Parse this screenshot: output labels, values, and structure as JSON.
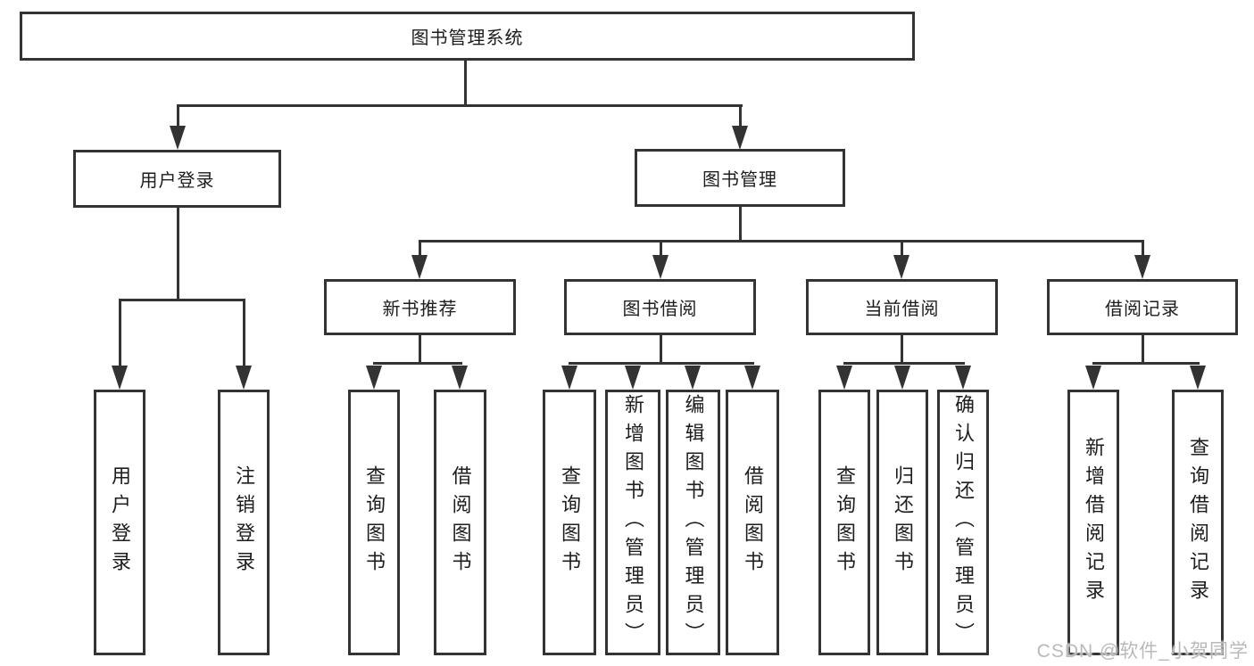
{
  "diagram": {
    "title": "图书管理系统",
    "user_login": {
      "label": "用户登录",
      "children": [
        "用户登录",
        "注销登录"
      ]
    },
    "book_management": {
      "label": "图书管理",
      "new_book_recommend": {
        "label": "新书推荐",
        "children": [
          "查询图书",
          "借阅图书"
        ]
      },
      "book_borrow": {
        "label": "图书借阅",
        "children": [
          "查询图书",
          "新增图书（管理员）",
          "编辑图书（管理员）",
          "借阅图书"
        ]
      },
      "current_borrow": {
        "label": "当前借阅",
        "children": [
          "查询图书",
          "归还图书",
          "确认归还（管理员）"
        ]
      },
      "borrow_records": {
        "label": "借阅记录",
        "children": [
          "新增借阅记录",
          "查询借阅记录"
        ]
      }
    }
  },
  "watermark": "CSDN @软件_小贺同学"
}
